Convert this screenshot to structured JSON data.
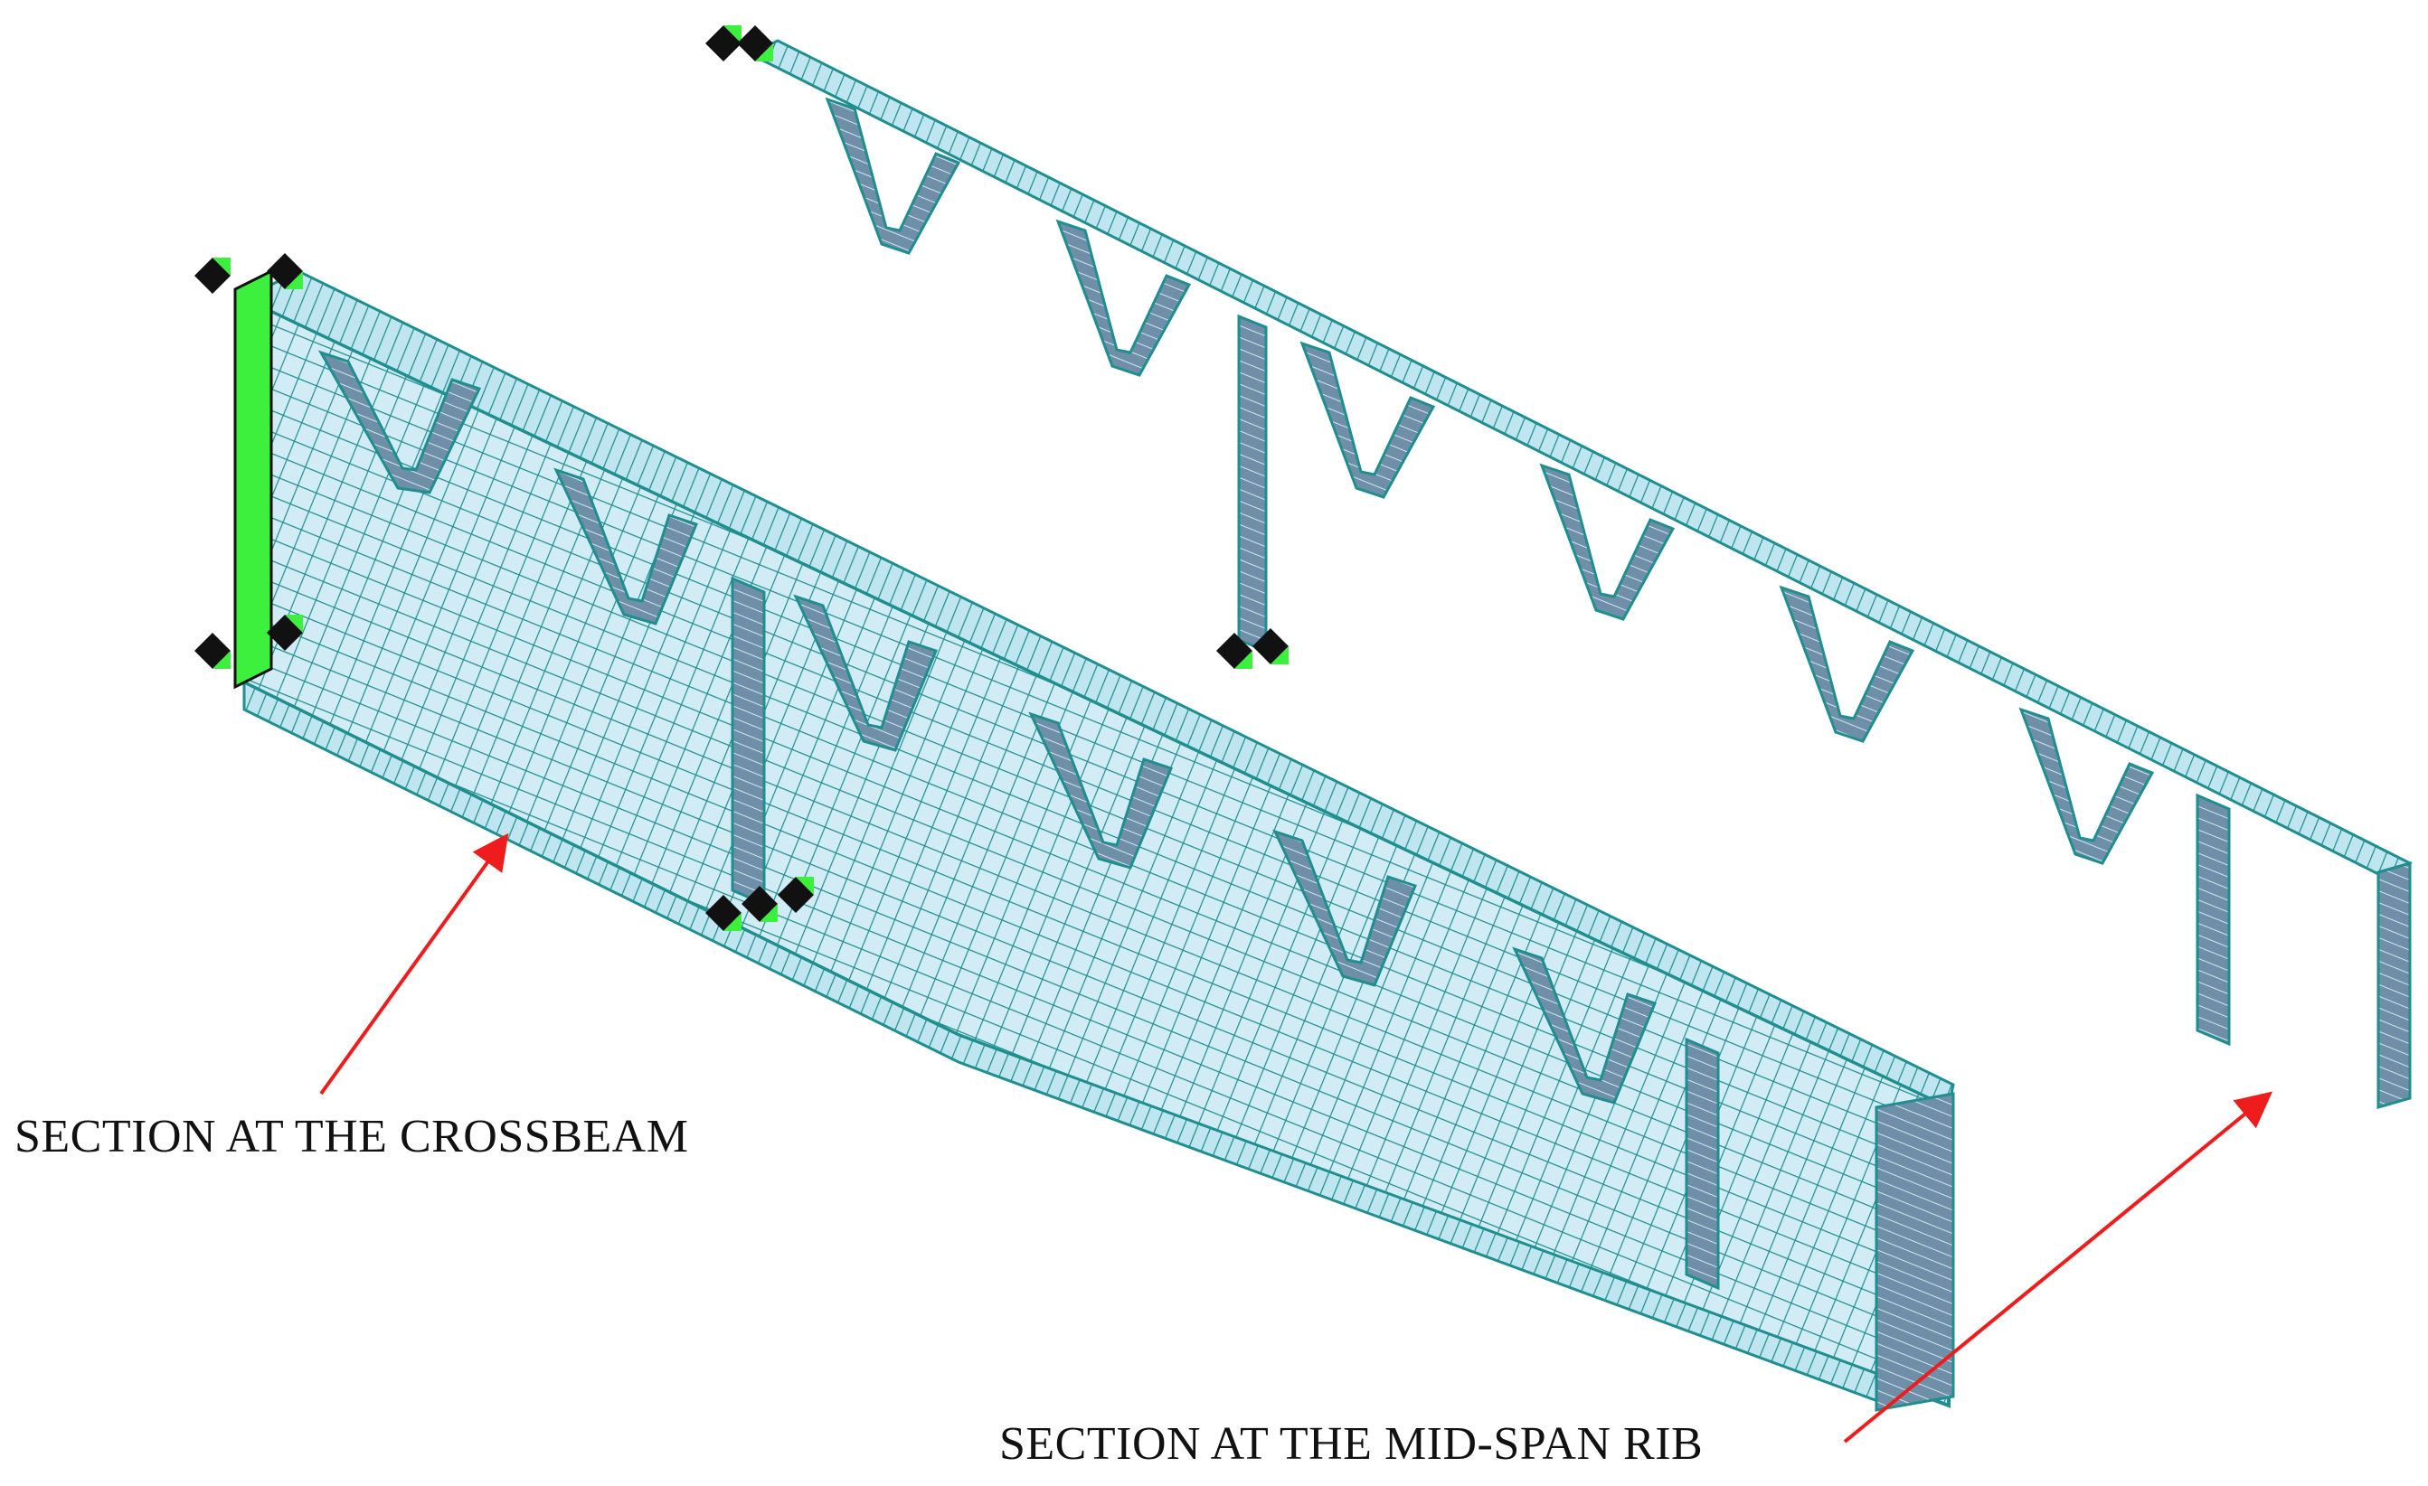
{
  "figure": {
    "labels": {
      "crossbeam": "SECTION AT THE CROSSBEAM",
      "midspan": "SECTION AT THE MID-SPAN RIB"
    },
    "colors": {
      "mesh_line": "#1f8e8e",
      "web_fill": "#d2ecf5",
      "deck_fill": "#bfe6f0",
      "rib_fill": "#6f8fa8",
      "support_green": "#3df03d",
      "support_black": "#111111",
      "arrow": "#ee1c1c"
    },
    "icons": [
      "support-constraint-icon",
      "annotation-arrow"
    ]
  }
}
